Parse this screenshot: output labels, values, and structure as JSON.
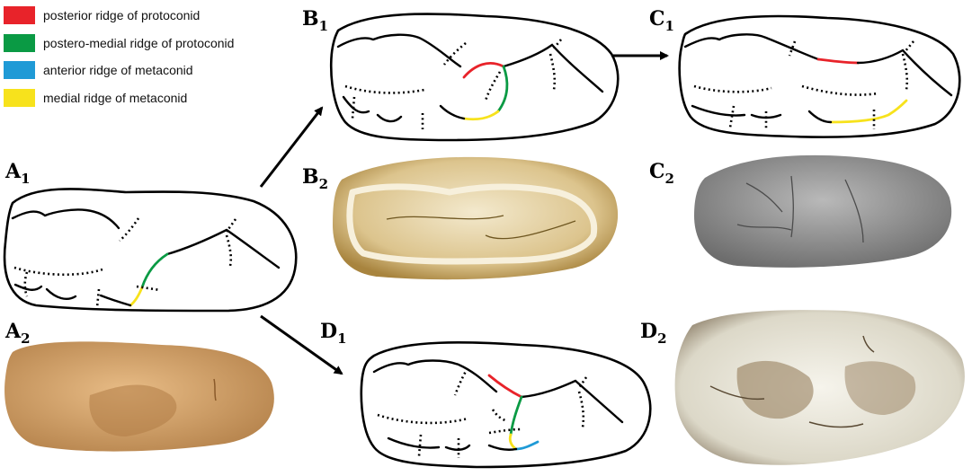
{
  "colors": {
    "posterior_ridge_of_protoconid": "#e8232a",
    "postero_medial_ridge_of_protoconid": "#0a9a44",
    "anterior_ridge_of_metaconid": "#1f9ad6",
    "medial_ridge_of_metaconid": "#f7e21c"
  },
  "legend": [
    {
      "label": "posterior ridge of protoconid",
      "color": "#e8232a"
    },
    {
      "label": "postero-medial ridge of protoconid",
      "color": "#0a9a44"
    },
    {
      "label": "anterior ridge of metaconid",
      "color": "#1f9ad6"
    },
    {
      "label": "medial ridge of metaconid",
      "color": "#f7e21c"
    }
  ],
  "panels": {
    "A1": {
      "letter": "A",
      "sub": "1"
    },
    "A2": {
      "letter": "A",
      "sub": "2"
    },
    "B1": {
      "letter": "B",
      "sub": "1"
    },
    "B2": {
      "letter": "B",
      "sub": "2"
    },
    "C1": {
      "letter": "C",
      "sub": "1"
    },
    "C2": {
      "letter": "C",
      "sub": "2"
    },
    "D1": {
      "letter": "D",
      "sub": "1"
    },
    "D2": {
      "letter": "D",
      "sub": "2"
    }
  },
  "photo_colors": {
    "A2": "#d7a56c",
    "B2": "#e5d3a3",
    "C2": "#9e9e9e",
    "D2": "#ece9df"
  },
  "arrows": [
    {
      "from": "A1",
      "to": "B1"
    },
    {
      "from": "A1",
      "to": "D1"
    },
    {
      "from": "B1",
      "to": "C1"
    }
  ]
}
